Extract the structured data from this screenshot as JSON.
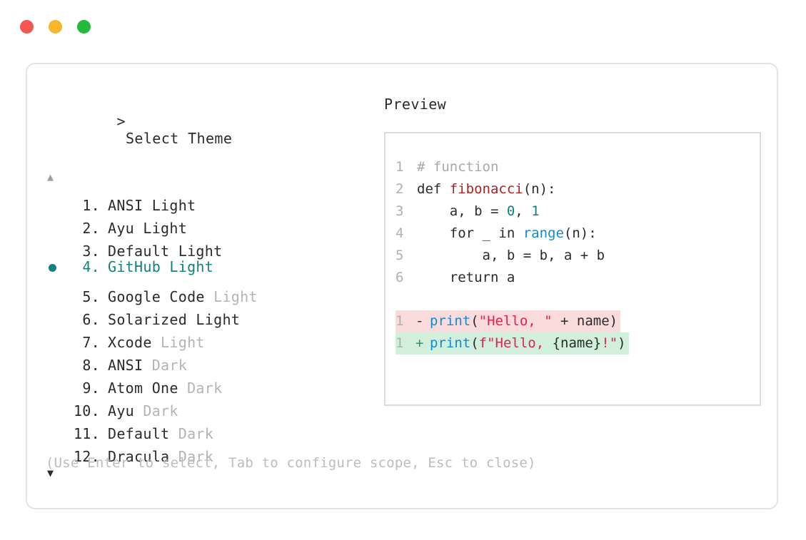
{
  "window": {
    "controls": [
      {
        "name": "close",
        "color": "#f5564f"
      },
      {
        "name": "minimize",
        "color": "#f7b62c"
      },
      {
        "name": "maximize",
        "color": "#22bb3b"
      }
    ]
  },
  "selector": {
    "caret": ">",
    "title": "Select Theme",
    "scroll_up": "▲",
    "scroll_down": "▼",
    "accent_color": "#11817c",
    "selected_index": 4,
    "items": [
      {
        "num": "1.",
        "name": "ANSI",
        "variant": "Light",
        "variant_dim": false
      },
      {
        "num": "2.",
        "name": "Ayu",
        "variant": "Light",
        "variant_dim": false
      },
      {
        "num": "3.",
        "name": "Default",
        "variant": "Light",
        "variant_dim": false
      },
      {
        "num": "4.",
        "name": "GitHub",
        "variant": "Light",
        "variant_dim": false
      },
      {
        "num": "5.",
        "name": "Google Code",
        "variant": "Light",
        "variant_dim": true
      },
      {
        "num": "6.",
        "name": "Solarized",
        "variant": "Light",
        "variant_dim": false
      },
      {
        "num": "7.",
        "name": "Xcode",
        "variant": "Light",
        "variant_dim": true
      },
      {
        "num": "8.",
        "name": "ANSI",
        "variant": "Dark",
        "variant_dim": true
      },
      {
        "num": "9.",
        "name": "Atom One",
        "variant": "Dark",
        "variant_dim": true
      },
      {
        "num": "10.",
        "name": "Ayu",
        "variant": "Dark",
        "variant_dim": true
      },
      {
        "num": "11.",
        "name": "Default",
        "variant": "Dark",
        "variant_dim": true
      },
      {
        "num": "12.",
        "name": "Dracula",
        "variant": "Dark",
        "variant_dim": true
      }
    ]
  },
  "hint": "(Use Enter to select, Tab to configure scope, Esc to close)",
  "preview": {
    "title": "Preview",
    "code_lines": [
      {
        "gutter": "1",
        "tokens": [
          {
            "t": "# function",
            "c": "comment"
          }
        ]
      },
      {
        "gutter": "2",
        "tokens": [
          {
            "t": "def ",
            "c": "kw"
          },
          {
            "t": "fibonacci",
            "c": "fn"
          },
          {
            "t": "(n):",
            "c": "plain"
          }
        ]
      },
      {
        "gutter": "3",
        "tokens": [
          {
            "t": "    a, b = ",
            "c": "plain"
          },
          {
            "t": "0",
            "c": "num"
          },
          {
            "t": ", ",
            "c": "plain"
          },
          {
            "t": "1",
            "c": "num"
          }
        ]
      },
      {
        "gutter": "4",
        "tokens": [
          {
            "t": "    for _ in ",
            "c": "plain"
          },
          {
            "t": "range",
            "c": "builtin"
          },
          {
            "t": "(n):",
            "c": "plain"
          }
        ]
      },
      {
        "gutter": "5",
        "tokens": [
          {
            "t": "        a, b = b, a + b",
            "c": "plain"
          }
        ]
      },
      {
        "gutter": "6",
        "tokens": [
          {
            "t": "    return a",
            "c": "plain"
          }
        ]
      }
    ],
    "diff_lines": [
      {
        "kind": "del",
        "gutter": "1",
        "sign": "-",
        "bg": "#fadbdb",
        "tokens": [
          {
            "t": "print",
            "c": "builtin"
          },
          {
            "t": "(",
            "c": "plain"
          },
          {
            "t": "\"Hello, \"",
            "c": "str"
          },
          {
            "t": " + name)",
            "c": "plain"
          }
        ]
      },
      {
        "kind": "add",
        "gutter": "1",
        "sign": "+",
        "bg": "#d2efdc",
        "tokens": [
          {
            "t": "print",
            "c": "builtin"
          },
          {
            "t": "(",
            "c": "plain"
          },
          {
            "t": "f\"Hello, ",
            "c": "str"
          },
          {
            "t": "{name}",
            "c": "plain"
          },
          {
            "t": "!\"",
            "c": "str"
          },
          {
            "t": ")",
            "c": "plain"
          }
        ]
      }
    ]
  }
}
